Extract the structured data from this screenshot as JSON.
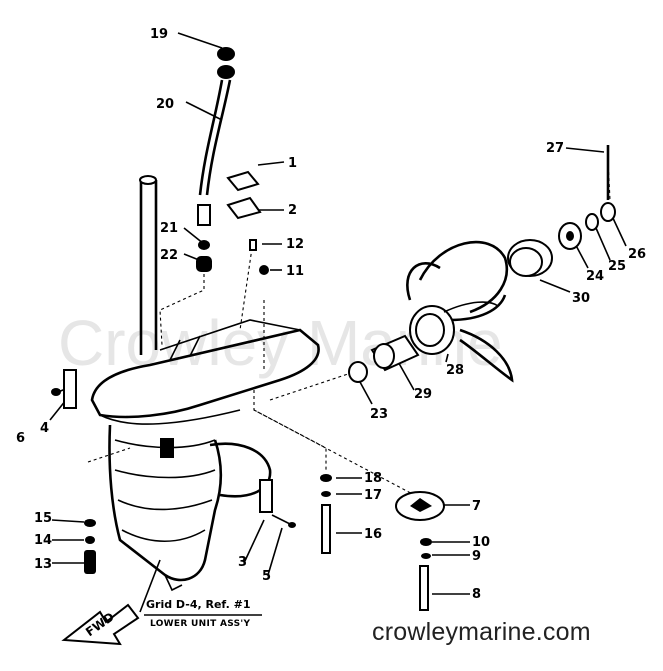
{
  "watermark": "Crowley Marine",
  "site_url": "crowleymarine.com",
  "caption": {
    "line1": "Grid D-4, Ref. #1",
    "line2": "LOWER UNIT ASS'Y"
  },
  "fwd_label": "FWD",
  "callouts": {
    "c1": "1",
    "c2": "2",
    "c3": "3",
    "c4": "4",
    "c5": "5",
    "c6": "6",
    "c7": "7",
    "c8": "8",
    "c9": "9",
    "c10": "10",
    "c11": "11",
    "c12": "12",
    "c13": "13",
    "c14": "14",
    "c15": "15",
    "c16": "16",
    "c17": "17",
    "c18": "18",
    "c19": "19",
    "c20": "20",
    "c21": "21",
    "c22": "22",
    "c23": "23",
    "c24": "24",
    "c25": "25",
    "c26": "26",
    "c27": "27",
    "c28": "28",
    "c29": "29",
    "c30": "30"
  }
}
